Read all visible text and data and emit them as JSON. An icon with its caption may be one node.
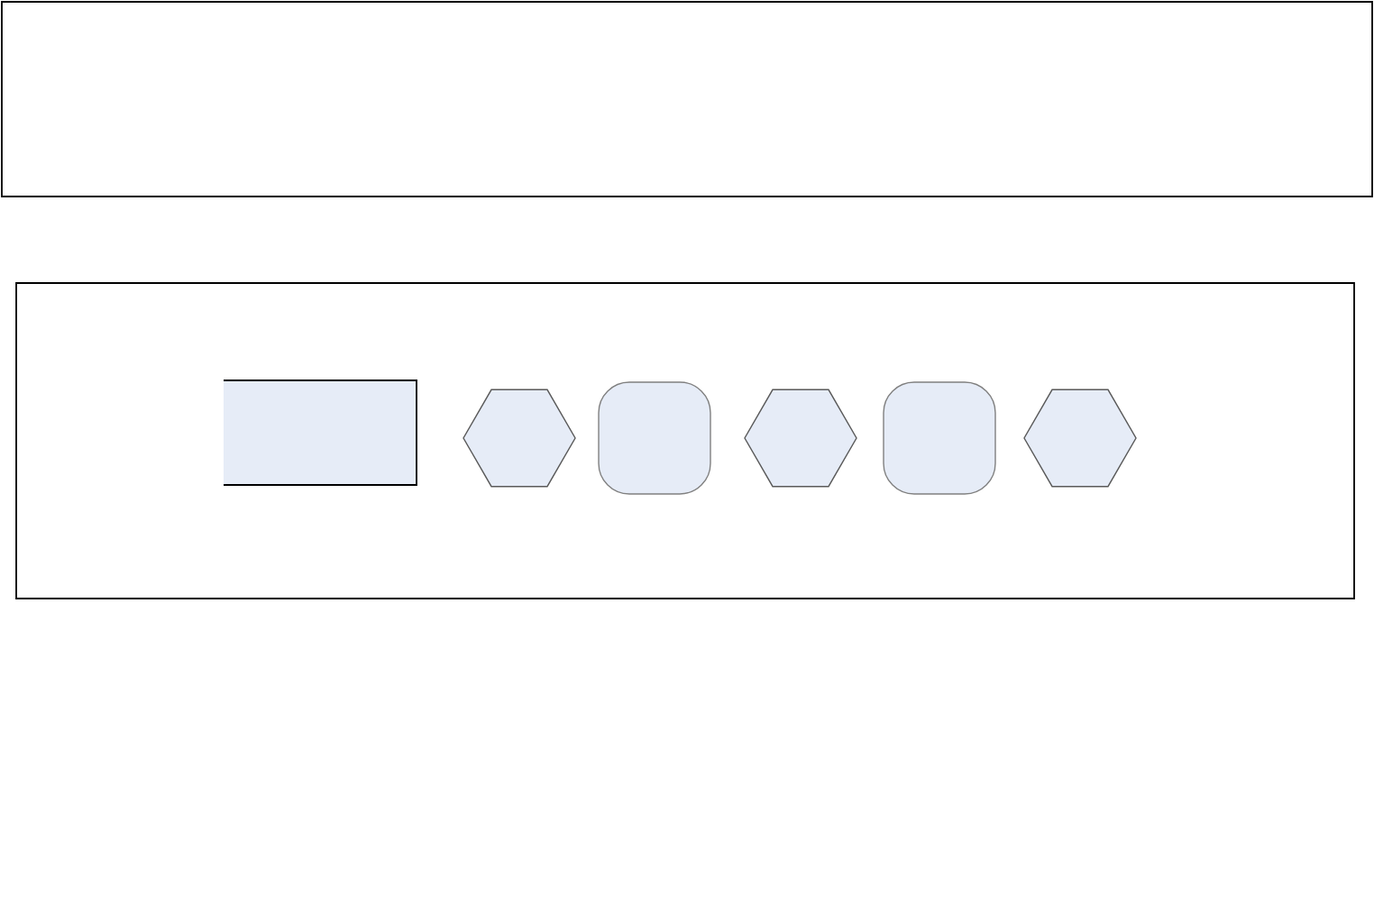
{
  "diagram": {
    "nodes": [
      {
        "text": [],
        "shape": "box"
      },
      {
        "text": [],
        "shape": "box"
      },
      {
        "text": [],
        "shape": "box",
        "in": 1
      },
      {
        "text": [],
        "shape": "hexagon",
        "in": 1
      },
      {
        "text": [],
        "shape": "squircle",
        "in": 1
      },
      {
        "text": [],
        "shape": "hexagon",
        "in": 1
      },
      {
        "text": [],
        "shape": "squircle",
        "in": 1
      },
      {
        "text": [],
        "shape": "hexagon",
        "in": 1
      }
    ]
  }
}
